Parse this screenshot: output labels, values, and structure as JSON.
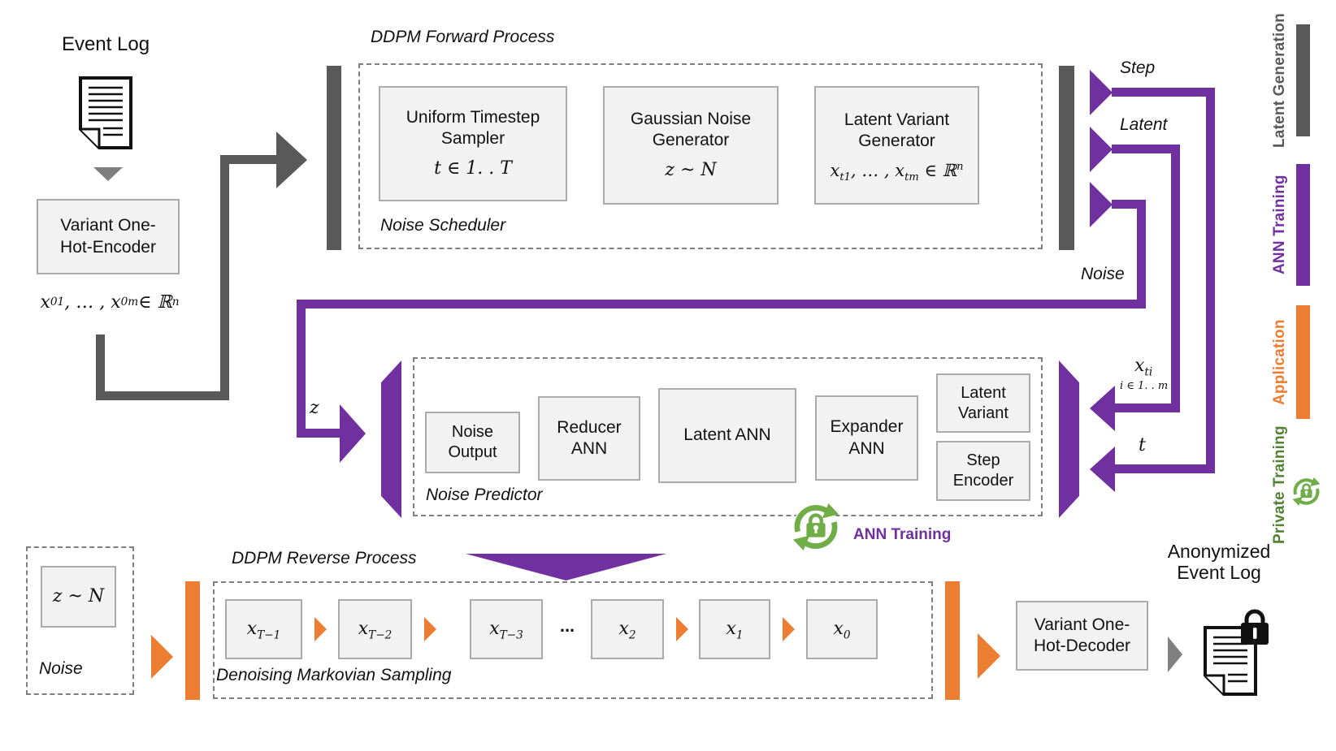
{
  "palette": {
    "purple": "#7030A0",
    "orange": "#ED7D31",
    "dark_gray": "#595959",
    "green_icon": "#70AD47",
    "green_text": "#548235",
    "box_fill": "#F2F2F2",
    "box_border": "#ABABAB",
    "dashed_border": "#7F7F7F"
  },
  "input": {
    "title": "Event Log",
    "encoder_lines": [
      "Variant One-",
      "Hot-Encoder"
    ],
    "math": [
      {
        "t": "x"
      },
      {
        "sub": "01"
      },
      {
        "t": ", … , "
      },
      {
        "t": "x"
      },
      {
        "sub": "0m"
      },
      {
        "t": "  ∈  ℝ"
      },
      {
        "sup": "n"
      }
    ]
  },
  "forward": {
    "title": "DDPM Forward Process",
    "sublabel": "Noise Scheduler",
    "boxes": [
      {
        "lines": [
          "Uniform Timestep",
          "Sampler"
        ],
        "math": [
          {
            "t": "t ∈ 1. . T"
          }
        ]
      },
      {
        "lines": [
          "Gaussian Noise",
          "Generator"
        ],
        "math": [
          {
            "t": "z ~ N"
          }
        ]
      },
      {
        "lines": [
          "Latent Variant",
          "Generator"
        ],
        "math": [
          {
            "t": "x"
          },
          {
            "sub": "t1"
          },
          {
            "t": ", … , "
          },
          {
            "t": "x"
          },
          {
            "sub": "tm"
          },
          {
            "t": "  ∈  ℝ"
          },
          {
            "sup": "n"
          }
        ]
      }
    ]
  },
  "wires": {
    "step": "Step",
    "latent": "Latent",
    "noise": "Noise",
    "z": "z",
    "t": "t",
    "x_ti": [
      {
        "t": "x"
      },
      {
        "sub": "ti"
      }
    ],
    "x_ti_cond": "i ∈ 1. . m"
  },
  "predictor": {
    "label": "Noise Predictor",
    "boxes": [
      {
        "lines": [
          "Noise",
          "Output"
        ]
      },
      {
        "lines": [
          "Reducer",
          "ANN"
        ]
      },
      {
        "lines": [
          "Latent ANN"
        ]
      },
      {
        "lines": [
          "Expander",
          "ANN"
        ]
      },
      {
        "lines": [
          "Latent",
          "Variant"
        ]
      },
      {
        "lines": [
          "Step",
          "Encoder"
        ]
      }
    ],
    "training_label": "ANN Training"
  },
  "reverse": {
    "title": "DDPM Reverse Process",
    "sublabel": "Denoising Markovian Sampling",
    "noise_box_label": "Noise",
    "z_math": [
      {
        "t": "z ~ N"
      }
    ],
    "chain": [
      [
        {
          "t": "x"
        },
        {
          "sub": "T−1"
        }
      ],
      [
        {
          "t": "x"
        },
        {
          "sub": "T−2"
        }
      ],
      [
        {
          "t": "x"
        },
        {
          "sub": "T−3"
        }
      ],
      [
        {
          "t": "x"
        },
        {
          "sub": "2"
        }
      ],
      [
        {
          "t": "x"
        },
        {
          "sub": "1"
        }
      ],
      [
        {
          "t": "x"
        },
        {
          "sub": "0"
        }
      ]
    ],
    "ellipsis": "...",
    "decoder_lines": [
      "Variant One-",
      "Hot-Decoder"
    ],
    "output_title_lines": [
      "Anonymized",
      "Event Log"
    ]
  },
  "legend": {
    "items": [
      {
        "label": "Latent Generation",
        "color": "#595959"
      },
      {
        "label": "ANN Training",
        "color": "#7030A0"
      },
      {
        "label": "Application",
        "color": "#ED7D31"
      },
      {
        "label": "Private Training",
        "color": "#548235"
      }
    ]
  }
}
